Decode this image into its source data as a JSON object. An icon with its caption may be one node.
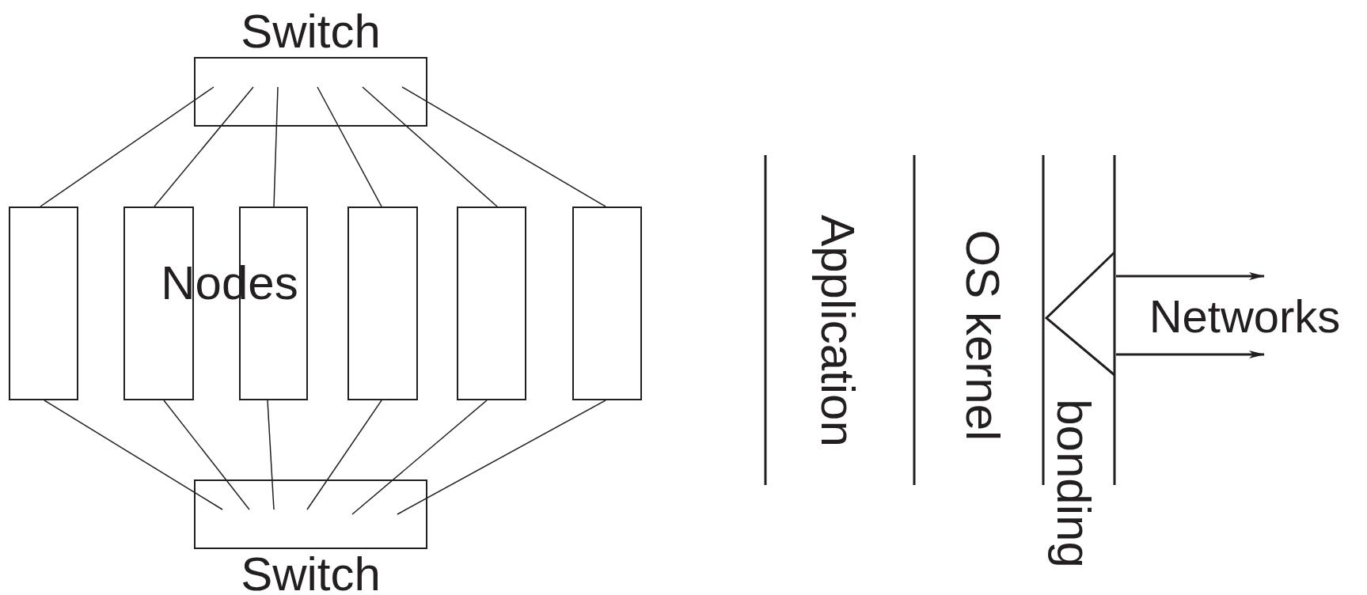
{
  "diagram": {
    "nodes": [
      {
        "text": [
          "Switch"
        ]
      },
      {
        "text": [],
        "shape": "box"
      },
      {
        "text": [],
        "shape": "box"
      },
      {
        "text": [],
        "shape": "box"
      },
      {
        "text": [],
        "shape": "box"
      },
      {
        "text": [],
        "shape": "box"
      },
      {
        "text": [],
        "shape": "box"
      },
      {
        "text": [
          "Switch"
        ]
      },
      {
        "text": [
          "Networks"
        ]
      }
    ],
    "edges": [
      {
        "from": 0,
        "to": 1,
        "arrow": "none"
      },
      {
        "from": 0,
        "to": 2,
        "arrow": "none"
      },
      {
        "from": 0,
        "to": 3,
        "arrow": "none"
      },
      {
        "from": 0,
        "to": 4,
        "arrow": "none"
      },
      {
        "from": 0,
        "to": 5,
        "arrow": "none"
      },
      {
        "from": 0,
        "to": 6,
        "arrow": "none"
      },
      {
        "from": 1,
        "to": 7,
        "arrow": "none"
      },
      {
        "from": 2,
        "to": 7,
        "arrow": "none"
      },
      {
        "from": 3,
        "to": 7,
        "arrow": "none"
      },
      {
        "from": 4,
        "to": 7,
        "arrow": "none"
      },
      {
        "from": 5,
        "to": 7,
        "arrow": "none"
      },
      {
        "from": 6,
        "to": 7,
        "arrow": "none"
      },
      {
        "from": null,
        "to": 8,
        "arrow": "to"
      },
      {
        "from": null,
        "to": 8,
        "arrow": "to"
      }
    ],
    "labels": [
      "Nodes",
      "Application",
      "OS kernel",
      "bonding"
    ]
  }
}
